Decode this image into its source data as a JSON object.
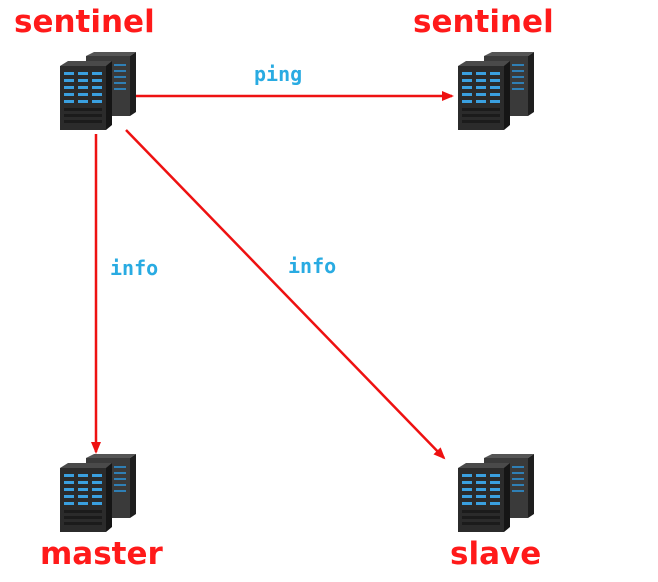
{
  "nodes": {
    "sentinel_a": {
      "label": "sentinel",
      "icon": "server-rack-icon"
    },
    "sentinel_b": {
      "label": "sentinel",
      "icon": "server-rack-icon"
    },
    "master": {
      "label": "master",
      "icon": "server-rack-icon"
    },
    "slave": {
      "label": "slave",
      "icon": "server-rack-icon"
    }
  },
  "edges": {
    "ping": {
      "label": "ping",
      "from": "sentinel_a",
      "to": "sentinel_b"
    },
    "info_master": {
      "label": "info",
      "from": "sentinel_a",
      "to": "master"
    },
    "info_slave": {
      "label": "info",
      "from": "sentinel_a",
      "to": "slave"
    }
  },
  "colors": {
    "node_label": "#ff1a1a",
    "edge_label": "#29abe2",
    "arrow": "#ee1111",
    "server_body": "#2b2b2b",
    "server_light": "#3aa0e0"
  }
}
